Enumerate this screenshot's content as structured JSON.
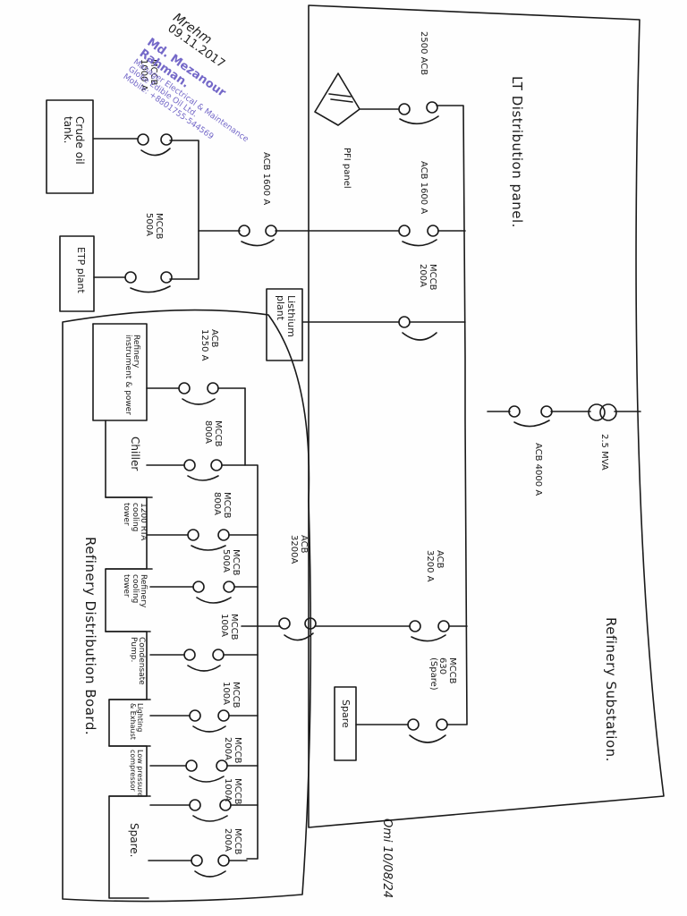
{
  "panels": {
    "lt_title": "LT Distribution panel.",
    "refinery_title": "Refinery Distribution Board.",
    "substation_title": "Refinery Substation."
  },
  "loads": {
    "crude_oil_tank": [
      "Crude oil",
      "tank."
    ],
    "etp_plant": [
      "ETP plant"
    ],
    "listhium_plant": [
      "Listhium",
      "plant"
    ],
    "refinery_instrument": [
      "Refinery",
      "instrument & power"
    ],
    "chiller": [
      "Chiller"
    ],
    "cooling_tower_rta": [
      "1200 RTA",
      "cooling",
      "tower"
    ],
    "cooling_tower_refinery": [
      "Refinery",
      "cooling",
      "tower"
    ],
    "condensate_pump": [
      "Condensate",
      "Pump."
    ],
    "lighting_exhaust": [
      "Lighting",
      "& Exhaust"
    ],
    "low_pressure_compressor": [
      "Low pressure",
      "compressor"
    ],
    "spare_rdb": [
      "Spare."
    ],
    "spare_lt": [
      "Spare"
    ]
  },
  "breakers": {
    "mccb_1000": [
      "MCCB",
      "1000 A"
    ],
    "mccb_500": [
      "MCCB",
      "500A"
    ],
    "acb_1600_left": [
      "ACB 1600 A"
    ],
    "acb_2500": [
      "2500 ACB"
    ],
    "pfi_panel": [
      "PFI panel"
    ],
    "acb_1600_right": [
      "ACB 1600 A"
    ],
    "mccb_200_lt": [
      "MCCB",
      "200A"
    ],
    "acb_1250": [
      "ACB",
      "1250 A"
    ],
    "mccb_chiller": [
      "MCCB",
      "800A"
    ],
    "mccb_rta": [
      "MCCB",
      "800A"
    ],
    "mccb_cooling": [
      "MCCB",
      "500A"
    ],
    "mccb_condensate": [
      "MCCB",
      "100A"
    ],
    "mccb_lighting": [
      "MCCB",
      "100A"
    ],
    "mccb_compressor": [
      "MCCB",
      "200A"
    ],
    "mccb_spare_rdb_a": [
      "MCCB",
      "100A"
    ],
    "mccb_spare_rdb_b": [
      "MCCB",
      "200A"
    ],
    "acb_3200_left": [
      "ACB",
      "3200A"
    ],
    "acb_3200_right": [
      "ACB",
      "3200 A"
    ],
    "mccb_630": [
      "MCCB",
      "630",
      "(Spare)"
    ],
    "acb_4000": [
      "ACB 4000 A"
    ],
    "transformer": [
      "2.5 MVA"
    ]
  },
  "stamp": {
    "signature": "Mrehm",
    "date": "09.11.2017",
    "name": "Md. Mezanour Rahman.",
    "title": "Manager Electrical & Maintenance",
    "company": "Globe Edible Oil Ltd.",
    "mobile": "Mobile: +8801755-544569"
  },
  "sign_off": "Omi 10/08/24",
  "colors": {
    "ink": "#1a1a1a",
    "stamp": "#7468c8"
  }
}
